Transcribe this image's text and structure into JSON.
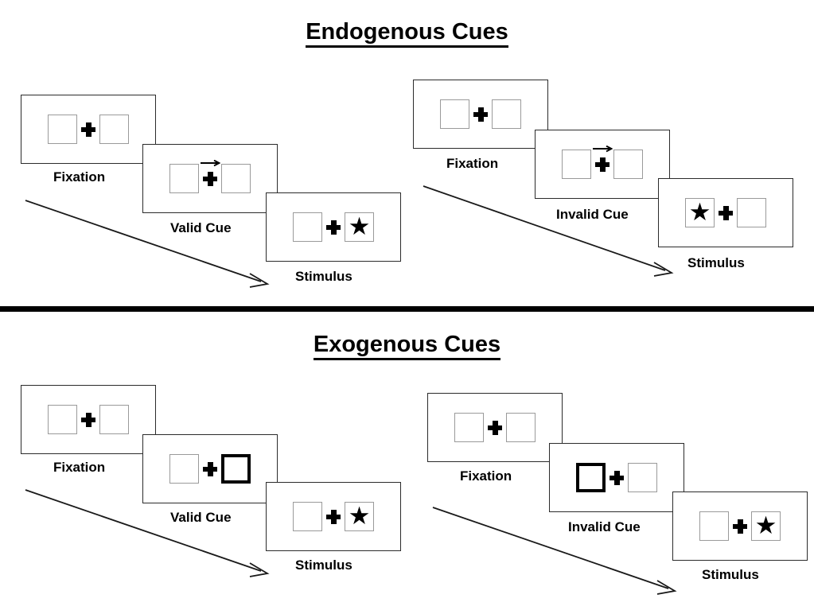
{
  "figure": {
    "background": "#ffffff",
    "box_border_color": "#9a9a9a",
    "cue_border_color": "#000000",
    "frame_border_color": "#2b2b2b",
    "divider_color": "#000000"
  },
  "sections": [
    {
      "id": "endogenous",
      "title": "Endogenous Cues",
      "columns": [
        {
          "id": "endogenous-valid",
          "panels": [
            {
              "id": "fixation",
              "label": "Fixation",
              "left_box": "empty",
              "right_box": "empty",
              "cue": "none",
              "arrow": "none"
            },
            {
              "id": "valid-cue",
              "label": "Valid Cue",
              "left_box": "empty",
              "right_box": "empty",
              "cue": "arrow",
              "arrow": "right"
            },
            {
              "id": "stimulus",
              "label": "Stimulus",
              "left_box": "empty",
              "right_box": "star",
              "cue": "none",
              "arrow": "none"
            }
          ]
        },
        {
          "id": "endogenous-invalid",
          "panels": [
            {
              "id": "fixation",
              "label": "Fixation",
              "left_box": "empty",
              "right_box": "empty",
              "cue": "none",
              "arrow": "none"
            },
            {
              "id": "invalid-cue",
              "label": "Invalid Cue",
              "left_box": "empty",
              "right_box": "empty",
              "cue": "arrow",
              "arrow": "right"
            },
            {
              "id": "stimulus",
              "label": "Stimulus",
              "left_box": "star",
              "right_box": "empty",
              "cue": "none",
              "arrow": "none"
            }
          ]
        }
      ]
    },
    {
      "id": "exogenous",
      "title": "Exogenous Cues",
      "columns": [
        {
          "id": "exogenous-valid",
          "panels": [
            {
              "id": "fixation",
              "label": "Fixation",
              "left_box": "empty",
              "right_box": "empty",
              "cue": "none",
              "arrow": "none"
            },
            {
              "id": "valid-cue",
              "label": "Valid Cue",
              "left_box": "empty",
              "right_box": "highlight",
              "cue": "box-flash",
              "arrow": "none"
            },
            {
              "id": "stimulus",
              "label": "Stimulus",
              "left_box": "empty",
              "right_box": "star",
              "cue": "none",
              "arrow": "none"
            }
          ]
        },
        {
          "id": "exogenous-invalid",
          "panels": [
            {
              "id": "fixation",
              "label": "Fixation",
              "left_box": "empty",
              "right_box": "empty",
              "cue": "none",
              "arrow": "none"
            },
            {
              "id": "invalid-cue",
              "label": "Invalid Cue",
              "left_box": "highlight",
              "right_box": "empty",
              "cue": "box-flash",
              "arrow": "none"
            },
            {
              "id": "stimulus",
              "label": "Stimulus",
              "left_box": "empty",
              "right_box": "star",
              "cue": "none",
              "arrow": "none"
            }
          ]
        }
      ]
    }
  ],
  "glyphs": {
    "star": "★",
    "cue_arrow": "right-arrow-icon",
    "time_arrow": "time-arrow-icon"
  },
  "time_arrows": [
    {
      "id": "endogenous-left",
      "label": "time-progression-arrow"
    },
    {
      "id": "endogenous-right",
      "label": "time-progression-arrow"
    },
    {
      "id": "exogenous-left",
      "label": "time-progression-arrow"
    },
    {
      "id": "exogenous-right",
      "label": "time-progression-arrow"
    }
  ]
}
